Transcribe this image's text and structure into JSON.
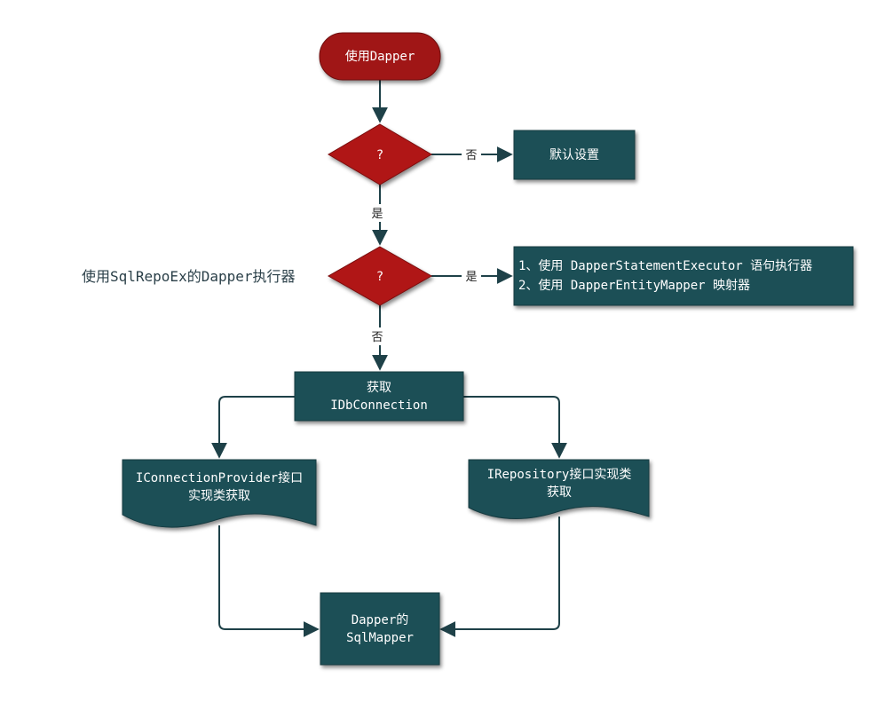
{
  "colors": {
    "terminator": "#a01818",
    "decision": "#b01515",
    "process": "#1f4f56",
    "edge": "#1e4148",
    "side_note": "#2a3f48"
  },
  "nodes": {
    "start": {
      "label": "使用Dapper"
    },
    "decision1": {
      "label": "?"
    },
    "default_settings": {
      "label": "默认设置"
    },
    "decision2": {
      "label": "?"
    },
    "sqlrepo_executor": {
      "lines": [
        "1、使用 DapperStatementExecutor 语句执行器",
        "2、使用 DapperEntityMapper 映射器"
      ]
    },
    "get_connection": {
      "lines": [
        "获取",
        "IDbConnection"
      ]
    },
    "provider_doc": {
      "lines": [
        "IConnectionProvider接口",
        "实现类获取"
      ]
    },
    "repository_doc": {
      "lines": [
        "IRepository接口实现类",
        "获取"
      ]
    },
    "sqlmapper": {
      "lines": [
        "Dapper的",
        "SqlMapper"
      ]
    }
  },
  "edges": {
    "d1_no": "否",
    "d1_yes": "是",
    "d2_yes": "是",
    "d2_no": "否"
  },
  "annotation": {
    "text": "使用SqlRepoEx的Dapper执行器"
  }
}
